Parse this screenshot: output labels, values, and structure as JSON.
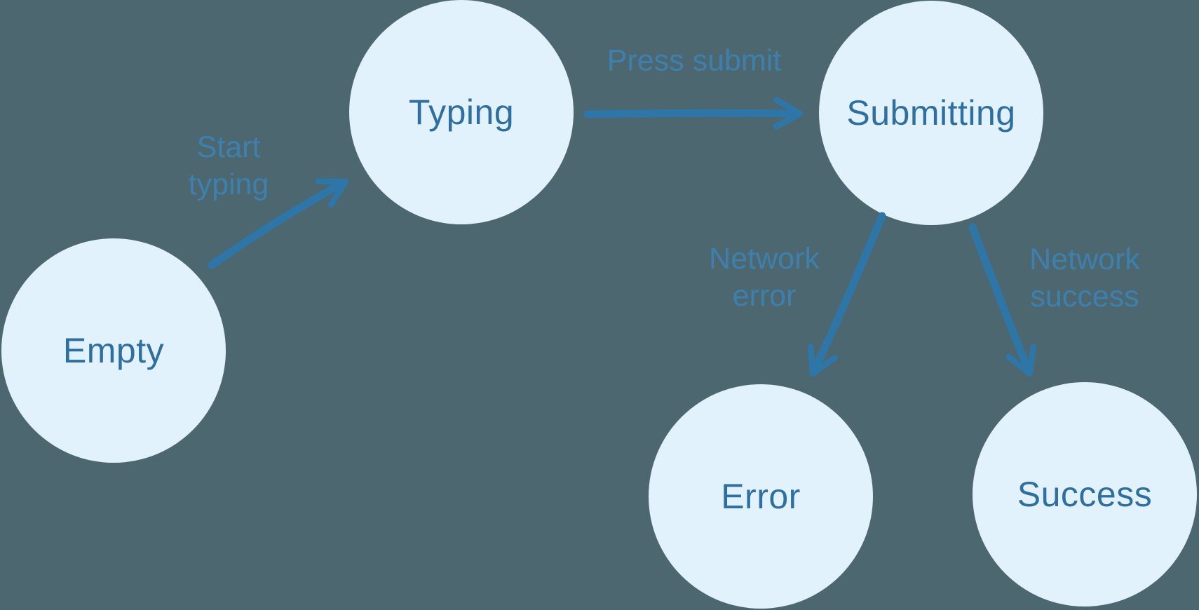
{
  "diagram": {
    "type": "state-machine",
    "colors": {
      "background": "#4C6770",
      "node_fill": "#E2F2FC",
      "node_text": "#2E6F9F",
      "arrow": "#2E76A8",
      "edge_label": "#3D83B3"
    },
    "nodes": [
      {
        "id": "empty",
        "label": "Empty"
      },
      {
        "id": "typing",
        "label": "Typing"
      },
      {
        "id": "submitting",
        "label": "Submitting"
      },
      {
        "id": "error",
        "label": "Error"
      },
      {
        "id": "success",
        "label": "Success"
      }
    ],
    "edges": [
      {
        "from": "empty",
        "to": "typing",
        "label": "Start typing",
        "label_line1": "Start",
        "label_line2": "typing"
      },
      {
        "from": "typing",
        "to": "submitting",
        "label": "Press submit"
      },
      {
        "from": "submitting",
        "to": "error",
        "label": "Network error",
        "label_line1": "Network",
        "label_line2": "error"
      },
      {
        "from": "submitting",
        "to": "success",
        "label": "Network success",
        "label_line1": "Network",
        "label_line2": "success"
      }
    ]
  }
}
